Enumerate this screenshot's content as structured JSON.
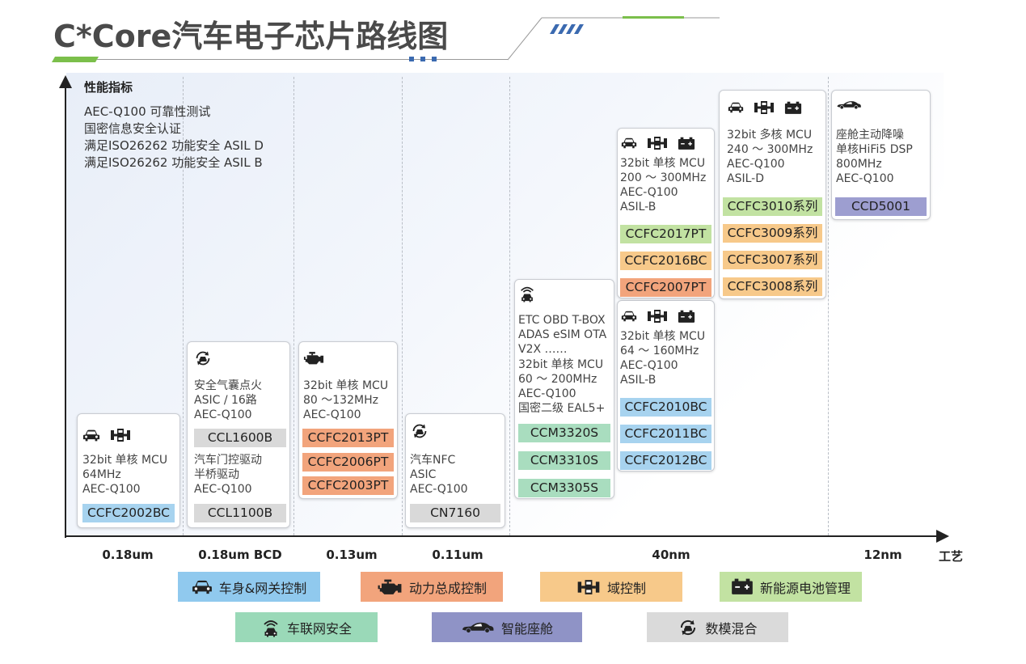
{
  "title": "C*Core汽车电子芯片路线图",
  "y_axis": {
    "label": "性能指标",
    "requirements": [
      "AEC-Q100 可靠性测试",
      "国密信息安全认证",
      "满足ISO26262 功能安全 ASIL D",
      "满足ISO26262 功能安全 ASIL B"
    ]
  },
  "x_axis": {
    "label": "工艺",
    "nodes": [
      "0.18um",
      "0.18um BCD",
      "0.13um",
      "0.11um",
      "40nm",
      "12nm"
    ]
  },
  "cards": {
    "c1": {
      "lines": [
        "32bit 单核 MCU",
        "64MHz",
        "AEC-Q100"
      ],
      "chips": [
        "CCFC2002BC"
      ]
    },
    "c2": {
      "lines_a": [
        "安全气囊点火",
        "ASIC  / 16路",
        "AEC-Q100"
      ],
      "chip_a": "CCL1600B",
      "lines_b": [
        "汽车门控驱动",
        "半桥驱动",
        "AEC-Q100"
      ],
      "chip_b": "CCL1100B"
    },
    "c3": {
      "lines": [
        "32bit 单核 MCU",
        "80 ～132MHz",
        "AEC-Q100"
      ],
      "chips": [
        "CCFC2013PT",
        "CCFC2006PT",
        "CCFC2003PT"
      ]
    },
    "c4": {
      "lines": [
        "汽车NFC",
        "ASIC",
        "AEC-Q100"
      ],
      "chips": [
        "CN7160"
      ]
    },
    "c5": {
      "lines": [
        "ETC  OBD  T-BOX",
        "ADAS  eSIM  OTA",
        "V2X ……",
        "32bit 单核 MCU",
        "60 ～ 200MHz",
        "AEC-Q100",
        "国密二级  EAL5+"
      ],
      "chips": [
        "CCM3320S",
        "CCM3310S",
        "CCM3305S"
      ]
    },
    "c6": {
      "lines": [
        "32bit 单核 MCU",
        "64 ～ 160MHz",
        "AEC-Q100",
        "ASIL-B"
      ],
      "chips": [
        "CCFC2010BC",
        "CCFC2011BC",
        "CCFC2012BC"
      ]
    },
    "c7": {
      "lines": [
        "32bit 单核 MCU",
        "200 ～ 300MHz",
        "AEC-Q100",
        "ASIL-B"
      ],
      "chips": [
        "CCFC2017PT",
        "CCFC2016BC",
        "CCFC2007PT"
      ]
    },
    "c8": {
      "lines": [
        "32bit 多核 MCU",
        "240 ～ 300MHz",
        "AEC-Q100",
        "ASIL-D"
      ],
      "chips": [
        "CCFC3010系列",
        "CCFC3009系列",
        "CCFC3007系列",
        "CCFC3008系列"
      ]
    },
    "c9": {
      "lines": [
        "座舱主动降噪",
        "单核HiFi5 DSP",
        "800MHz",
        "AEC-Q100"
      ],
      "chips": [
        "CCD5001"
      ]
    }
  },
  "legend": [
    {
      "label": "车身&网关控制",
      "icon": "car-icon",
      "color": "#90c9ee"
    },
    {
      "label": "动力总成控制",
      "icon": "engine-icon",
      "color": "#f2a47c"
    },
    {
      "label": "域控制",
      "icon": "chassis-icon",
      "color": "#f7c98a"
    },
    {
      "label": "新能源电池管理",
      "icon": "battery-icon",
      "color": "#c2e2a2"
    },
    {
      "label": "车联网安全",
      "icon": "connected-car-icon",
      "color": "#9ad9b8"
    },
    {
      "label": "智能座舱",
      "icon": "sports-car-icon",
      "color": "#8f93c6"
    },
    {
      "label": "数模混合",
      "icon": "mixed-signal-icon",
      "color": "#dadada"
    }
  ]
}
